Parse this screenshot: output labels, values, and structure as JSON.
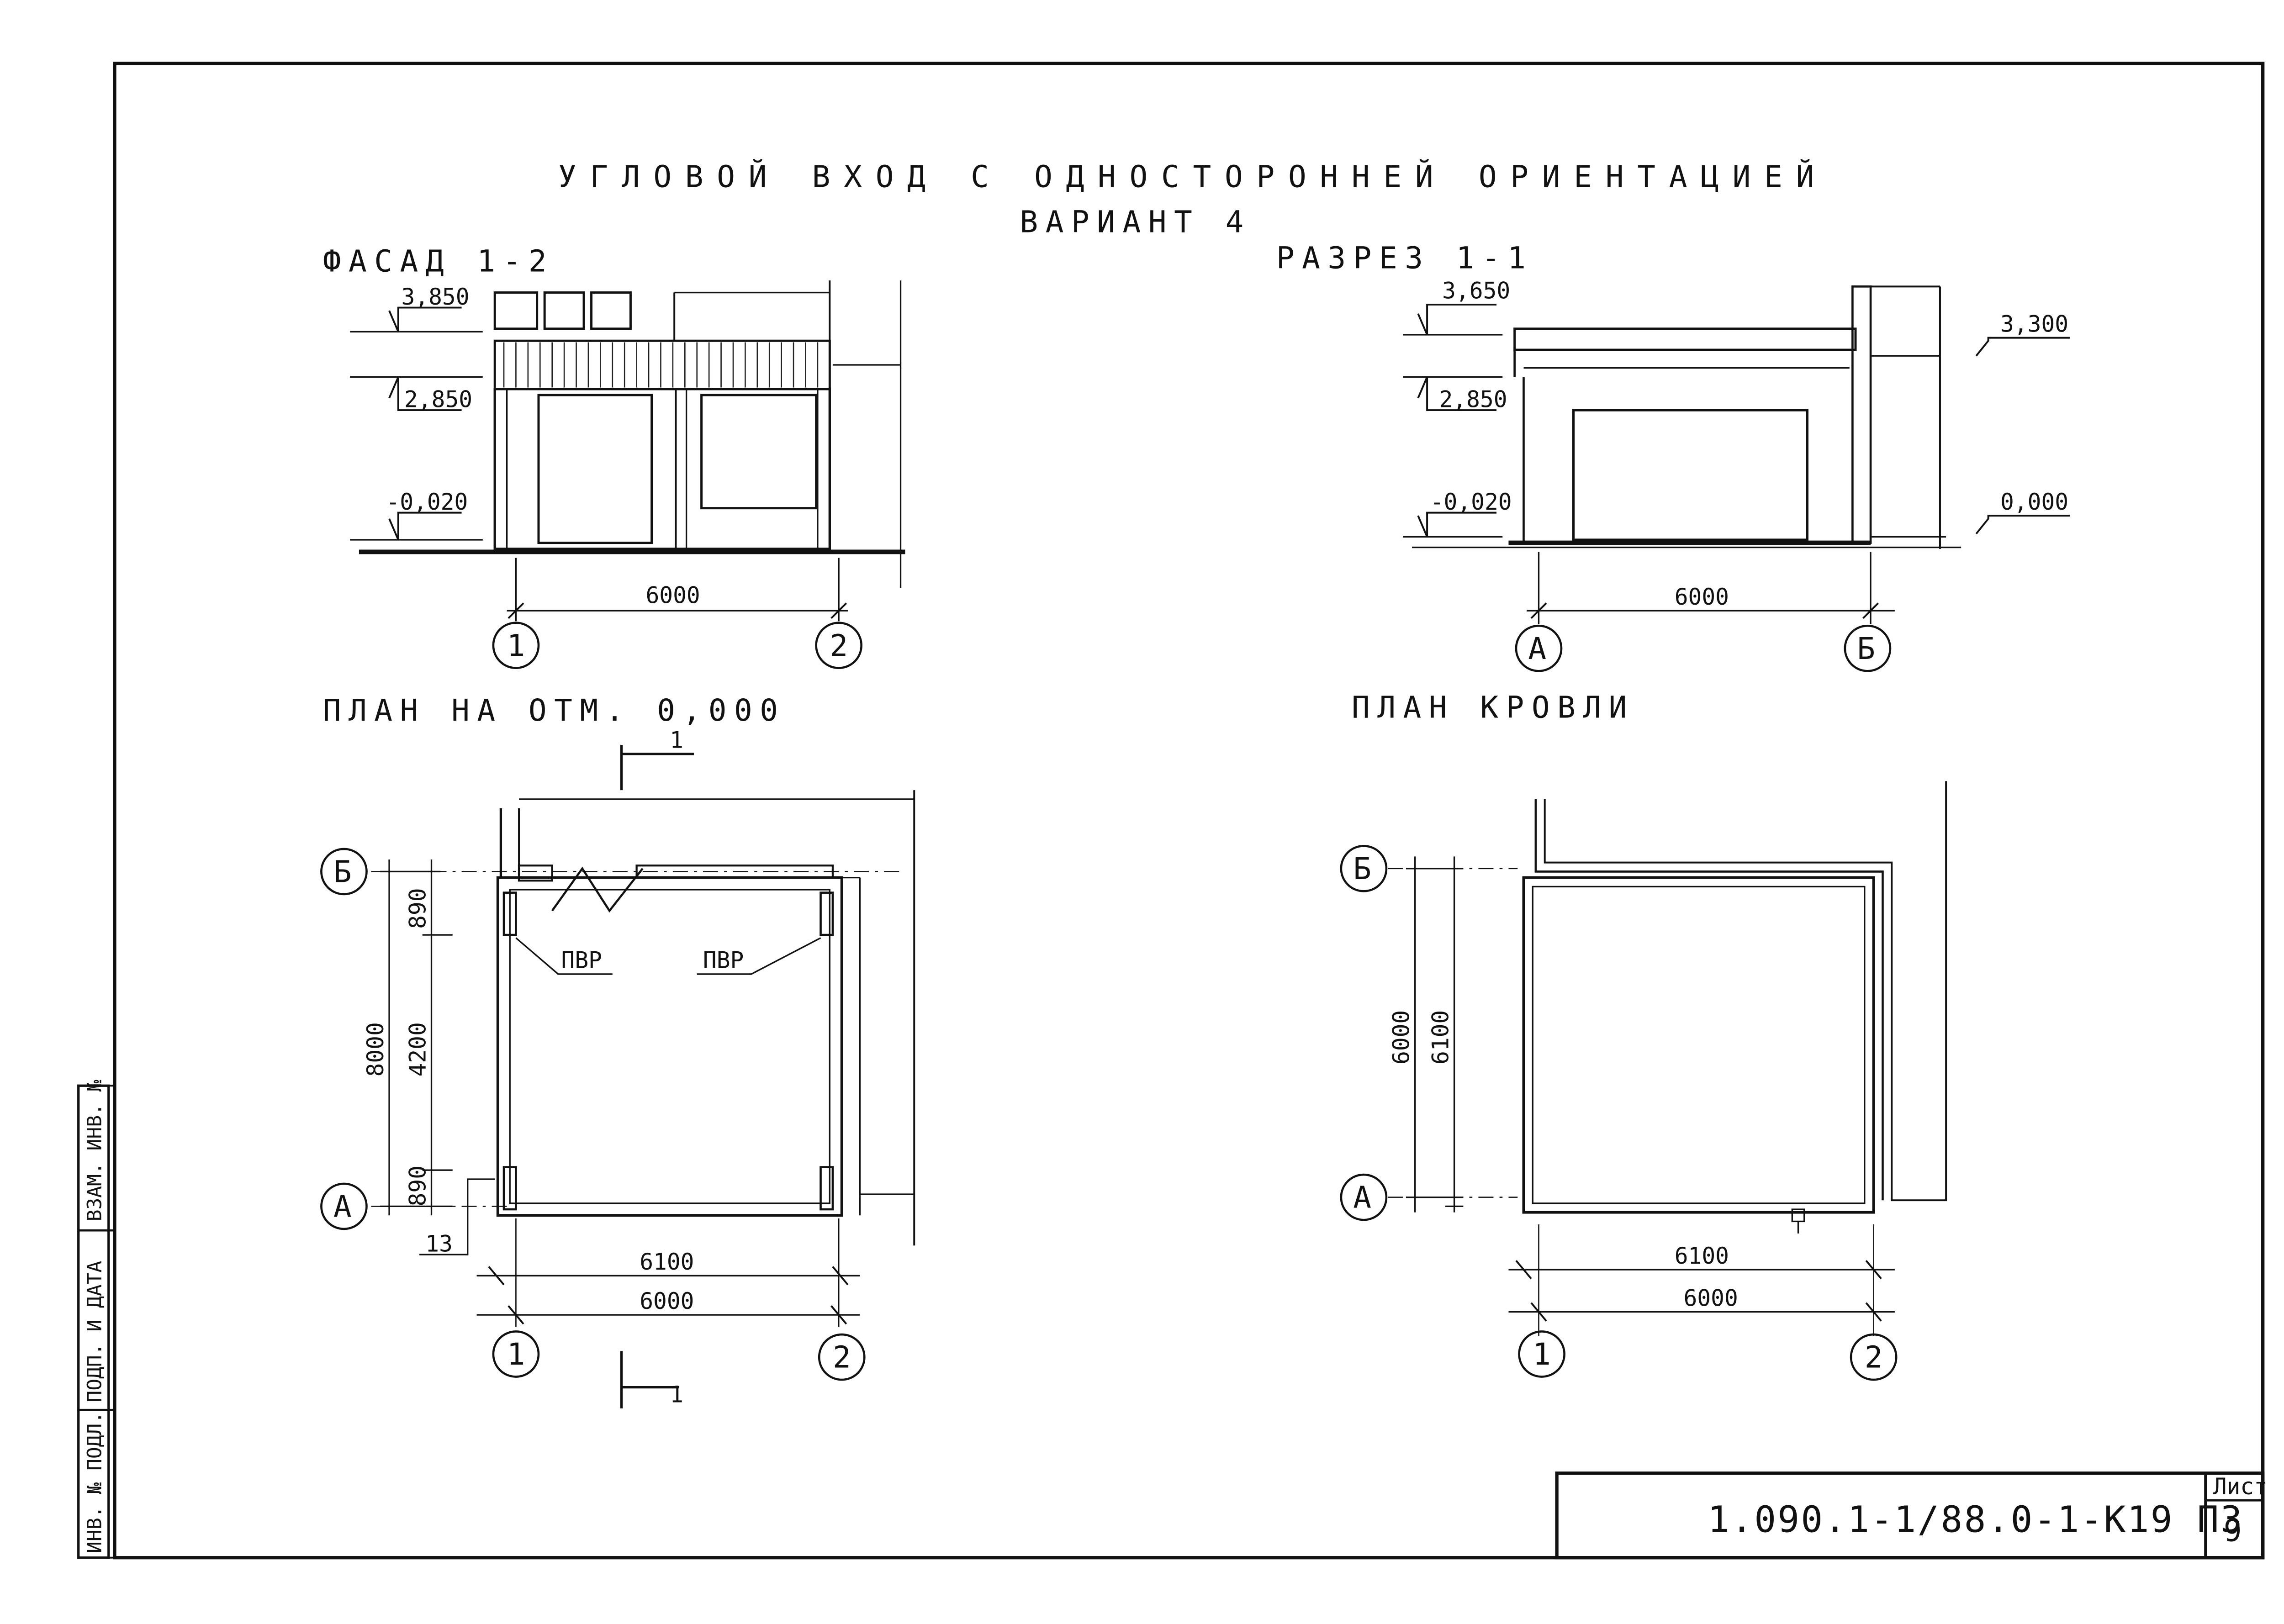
{
  "title": {
    "line1": "УГЛОВОЙ ВХОД С ОДНОСТОРОННЕЙ ОРИЕНТАЦИЕЙ",
    "line2": "ВАРИАНТ 4"
  },
  "views": {
    "facade": {
      "label": "ФАСАД 1-2",
      "levels": [
        "3,850",
        "2,850",
        "-0,020"
      ],
      "dim": "6000",
      "axes": [
        "1",
        "2"
      ]
    },
    "section": {
      "label": "РАЗРЕЗ 1-1",
      "levels_left": [
        "3,650",
        "2,850",
        "-0,020"
      ],
      "levels_right": [
        "3,300",
        "0,000"
      ],
      "dim": "6000",
      "axes": [
        "А",
        "Б"
      ]
    },
    "plan": {
      "label": "ПЛАН НА ОТМ. 0,000",
      "cut_mark": "1",
      "vertical_dims": [
        "8000",
        "890",
        "4200",
        "890"
      ],
      "side_dim": "13",
      "horizontal_dims": [
        "6100",
        "6000"
      ],
      "equipment_labels": [
        "ПВР",
        "ПВР"
      ],
      "axes_h": [
        "1",
        "2"
      ],
      "axes_v": [
        "Б",
        "А"
      ]
    },
    "roof": {
      "label": "ПЛАН КРОВЛИ",
      "vertical_dims": [
        "6000",
        "6100"
      ],
      "horizontal_dims": [
        "6100",
        "6000"
      ],
      "axes_h": [
        "1",
        "2"
      ],
      "axes_v": [
        "Б",
        "А"
      ]
    }
  },
  "sidebar": {
    "cells": [
      "ИНВ. № ПОДЛ.",
      "ПОДП. И ДАТА",
      "ВЗАМ. ИНВ. №"
    ]
  },
  "stamp": {
    "code": "1.090.1-1/88.0-1-К19 ПЗ",
    "sheet_label": "Лист",
    "sheet_number": "9"
  }
}
